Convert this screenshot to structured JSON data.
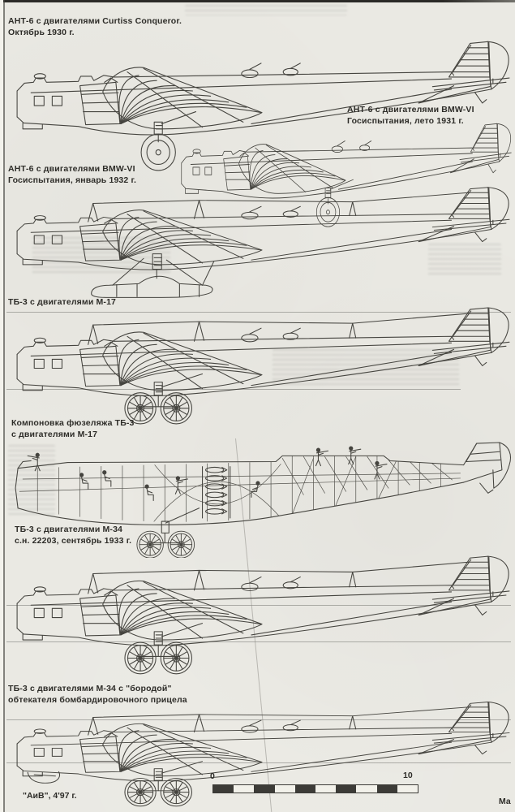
{
  "colors": {
    "page_background": "#eae9e3",
    "ink": "#45443f",
    "caption_text": "#2d2c28"
  },
  "figures": [
    {
      "name": "ant6-curtiss-conqueror",
      "caption_lines": [
        "АНТ-6 с двигателями Curtiss Conqueror.",
        "Октябрь 1930 г."
      ]
    },
    {
      "name": "ant6-bmw6-summer-1931",
      "caption_lines": [
        "АНТ-6 с двигателями BMW-VI",
        "Госиспытания, лето 1931 г."
      ]
    },
    {
      "name": "ant6-bmw6-january-1932",
      "caption_lines": [
        "АНТ-6 с двигателями BMW-VI",
        "Госиспытания, январь 1932 г."
      ]
    },
    {
      "name": "tb3-m17",
      "caption_lines": [
        "ТБ-3 с двигателями М-17"
      ]
    },
    {
      "name": "tb3-m17-fuselage-cutaway",
      "caption_lines": [
        "Компоновка фюзеляжа ТБ-3",
        "с двигателями М-17"
      ]
    },
    {
      "name": "tb3-m34",
      "caption_lines": [
        "ТБ-3 с двигателями М-34",
        "с.н. 22203, сентябрь 1933 г."
      ]
    },
    {
      "name": "tb3-m34-beard-fairing",
      "caption_lines": [
        "ТБ-3 с двигателями  М-34  с  \"бородой\"",
        "обтекателя бомбардировочного прицела"
      ]
    }
  ],
  "footer": {
    "credit": "\"АиВ\", 4'97 г."
  },
  "scale_bar": {
    "start_label": "0",
    "end_label": "10",
    "right_edge_label": "Ма"
  }
}
